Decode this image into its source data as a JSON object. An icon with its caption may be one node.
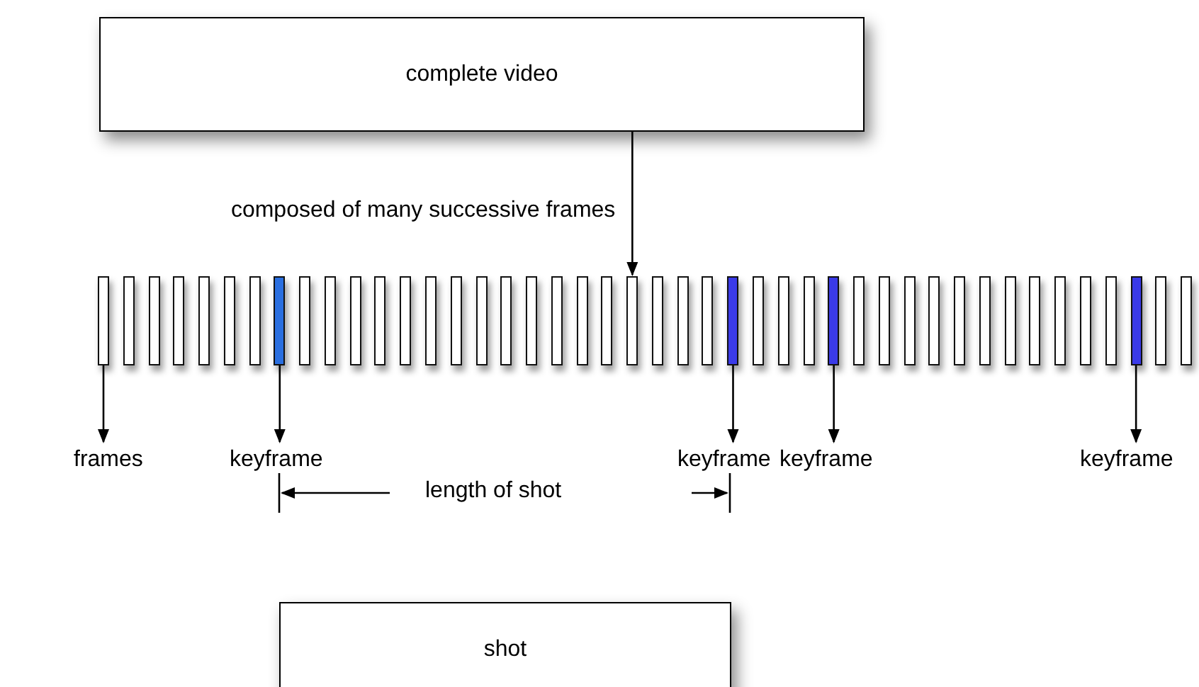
{
  "diagram": {
    "nodes": [
      {
        "text": [
          "complete video"
        ]
      },
      {
        "text": [],
        "shape": "bar"
      },
      {
        "text": [],
        "shape": "bar"
      },
      {
        "text": [],
        "shape": "bar"
      },
      {
        "text": [],
        "shape": "bar"
      },
      {
        "text": [],
        "shape": "bar"
      },
      {
        "text": [],
        "shape": "bar"
      },
      {
        "text": [],
        "shape": "bar"
      },
      {
        "text": [],
        "shape": "bar"
      },
      {
        "text": [],
        "shape": "bar"
      },
      {
        "text": [],
        "shape": "bar"
      },
      {
        "text": [],
        "shape": "bar"
      },
      {
        "text": [],
        "shape": "bar"
      },
      {
        "text": [],
        "shape": "bar"
      },
      {
        "text": [],
        "shape": "bar"
      },
      {
        "text": [],
        "shape": "bar"
      },
      {
        "text": [],
        "shape": "bar"
      },
      {
        "text": [],
        "shape": "bar"
      },
      {
        "text": [],
        "shape": "bar"
      },
      {
        "text": [],
        "shape": "bar"
      },
      {
        "text": [],
        "shape": "bar"
      },
      {
        "text": [],
        "shape": "bar"
      },
      {
        "text": [],
        "shape": "bar"
      },
      {
        "text": [],
        "shape": "bar"
      },
      {
        "text": [],
        "shape": "bar"
      },
      {
        "text": [],
        "shape": "bar"
      },
      {
        "text": [],
        "shape": "bar"
      },
      {
        "text": [],
        "shape": "bar"
      },
      {
        "text": [],
        "shape": "bar"
      },
      {
        "text": [],
        "shape": "bar"
      },
      {
        "text": [],
        "shape": "bar"
      },
      {
        "text": [],
        "shape": "bar"
      },
      {
        "text": [],
        "shape": "bar"
      },
      {
        "text": [],
        "shape": "bar"
      },
      {
        "text": [],
        "shape": "bar"
      },
      {
        "text": [],
        "shape": "bar"
      },
      {
        "text": [],
        "shape": "bar"
      },
      {
        "text": [],
        "shape": "bar"
      },
      {
        "text": [],
        "shape": "bar"
      },
      {
        "text": [],
        "shape": "bar"
      },
      {
        "text": [],
        "shape": "bar"
      },
      {
        "text": [],
        "shape": "bar"
      },
      {
        "text": [],
        "shape": "bar"
      },
      {
        "text": [],
        "shape": "bar"
      },
      {
        "text": [],
        "shape": "bar"
      },
      {
        "text": [
          "frames"
        ]
      },
      {
        "text": [
          "keyframe"
        ]
      },
      {
        "text": [
          "keyframe"
        ]
      },
      {
        "text": [
          "keyframe"
        ]
      },
      {
        "text": [
          "keyframe"
        ]
      },
      {
        "text": [
          "shot"
        ]
      }
    ],
    "edges": [
      {
        "from": 0,
        "to": 22,
        "arrow": "to",
        "label": "composed of many successive frames"
      },
      {
        "from": 1,
        "to": 45,
        "arrow": "to"
      },
      {
        "from": 8,
        "to": 46,
        "arrow": "to"
      },
      {
        "from": 26,
        "to": 47,
        "arrow": "to"
      },
      {
        "from": 30,
        "to": 48,
        "arrow": "to"
      },
      {
        "from": 42,
        "to": 49,
        "arrow": "to"
      }
    ],
    "labels": [
      "length of shot"
    ]
  }
}
